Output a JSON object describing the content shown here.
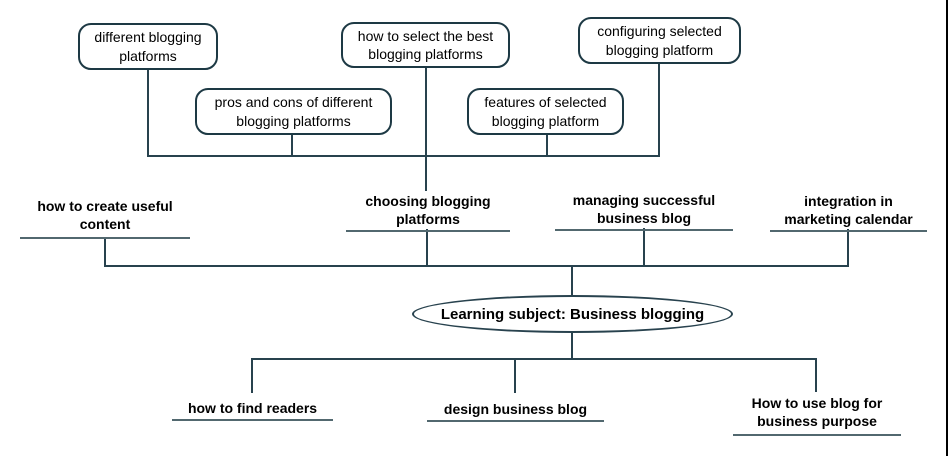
{
  "root": {
    "label": "Learning subject: Business blogging"
  },
  "detail_nodes": [
    {
      "label": "different blogging platforms"
    },
    {
      "label": "how to select the best blogging platforms"
    },
    {
      "label": "configuring selected blogging platform"
    },
    {
      "label": "pros and cons of different blogging platforms"
    },
    {
      "label": "features of selected blogging platform"
    }
  ],
  "branch_nodes": [
    {
      "label": "how to create useful content"
    },
    {
      "label": "choosing blogging platforms"
    },
    {
      "label": "managing successful business blog"
    },
    {
      "label": "integration in marketing calendar"
    },
    {
      "label": "how to find readers"
    },
    {
      "label": "design business blog"
    },
    {
      "label": "How to use blog for business purpose"
    }
  ],
  "colors": {
    "line": "#28424e",
    "box-border": "#1d3944",
    "underline": "#52686f",
    "text": "#000000",
    "frame": "#000000",
    "background": "#ffffff"
  }
}
